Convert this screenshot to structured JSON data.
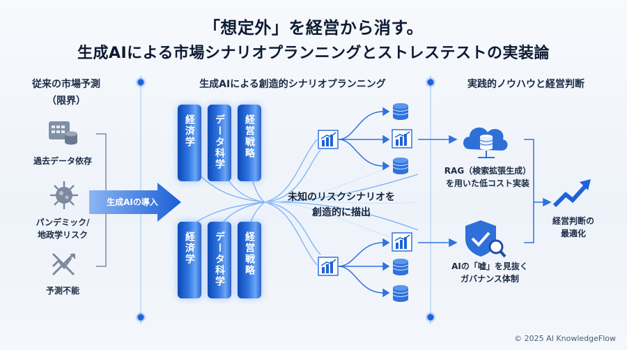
{
  "title": {
    "line1": "「想定外」を経営から消す。",
    "line2": "生成AIによる市場シナリオプランニングとストレステストの実装論"
  },
  "left": {
    "heading_line1": "従来の市場予測",
    "heading_line2": "（限界）",
    "items": [
      {
        "label": "過去データ依存",
        "icon": "calendar-database-icon"
      },
      {
        "label_line1": "パンデミック/",
        "label_line2": "地政学リスク",
        "icon": "virus-icon"
      },
      {
        "label": "予測不能",
        "icon": "crossed-arrows-icon"
      }
    ]
  },
  "arrow_label": "生成AIの導入",
  "middle": {
    "heading": "生成AIによる創造的シナリオプランニング",
    "pillars_top": [
      "経済学",
      "データ科学",
      "経営戦略"
    ],
    "pillars_bottom": [
      "経済学",
      "データ科学",
      "経営戦略"
    ],
    "center_line1": "未知のリスクシナリオを",
    "center_line2": "創造的に描出"
  },
  "right": {
    "heading": "実践的ノウハウと経営判断",
    "rag_line1": "RAG（検索拡張生成）",
    "rag_line2": "を用いた低コスト実装",
    "gov_line1": "AIの「嘘」を見抜く",
    "gov_line2": "ガバナンス体制",
    "final_line1": "経営判断の",
    "final_line2": "最適化"
  },
  "colors": {
    "accent": "#1f63d6",
    "light": "#6fb0ff",
    "dark": "#0d1a33"
  },
  "footer": "© 2025 AI KnowledgeFlow"
}
